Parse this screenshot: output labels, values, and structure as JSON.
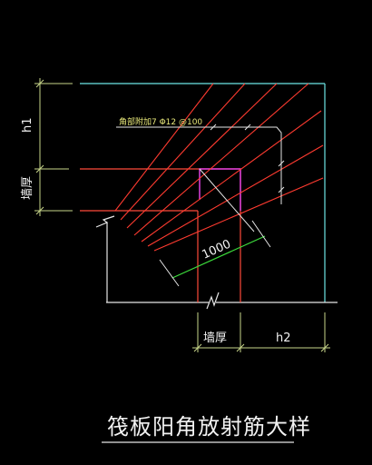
{
  "title": "筏板阳角放射筋大样",
  "labels": {
    "h1": "h1",
    "wall_thickness_left": "墙厚",
    "wall_thickness_bottom": "墙厚",
    "h2": "h2",
    "rebar_note": "角部附加7 Φ12 @100",
    "dim_1000": "1000"
  },
  "colors": {
    "background": "#000000",
    "slab_edge": "#6ee6e6",
    "wall": "#ff4a3a",
    "rebar": "#ff3b30",
    "column": "#e040e0",
    "dimension": "#c8d68a",
    "green_dim": "#3cdc3c",
    "text": "#f2f2f2"
  }
}
